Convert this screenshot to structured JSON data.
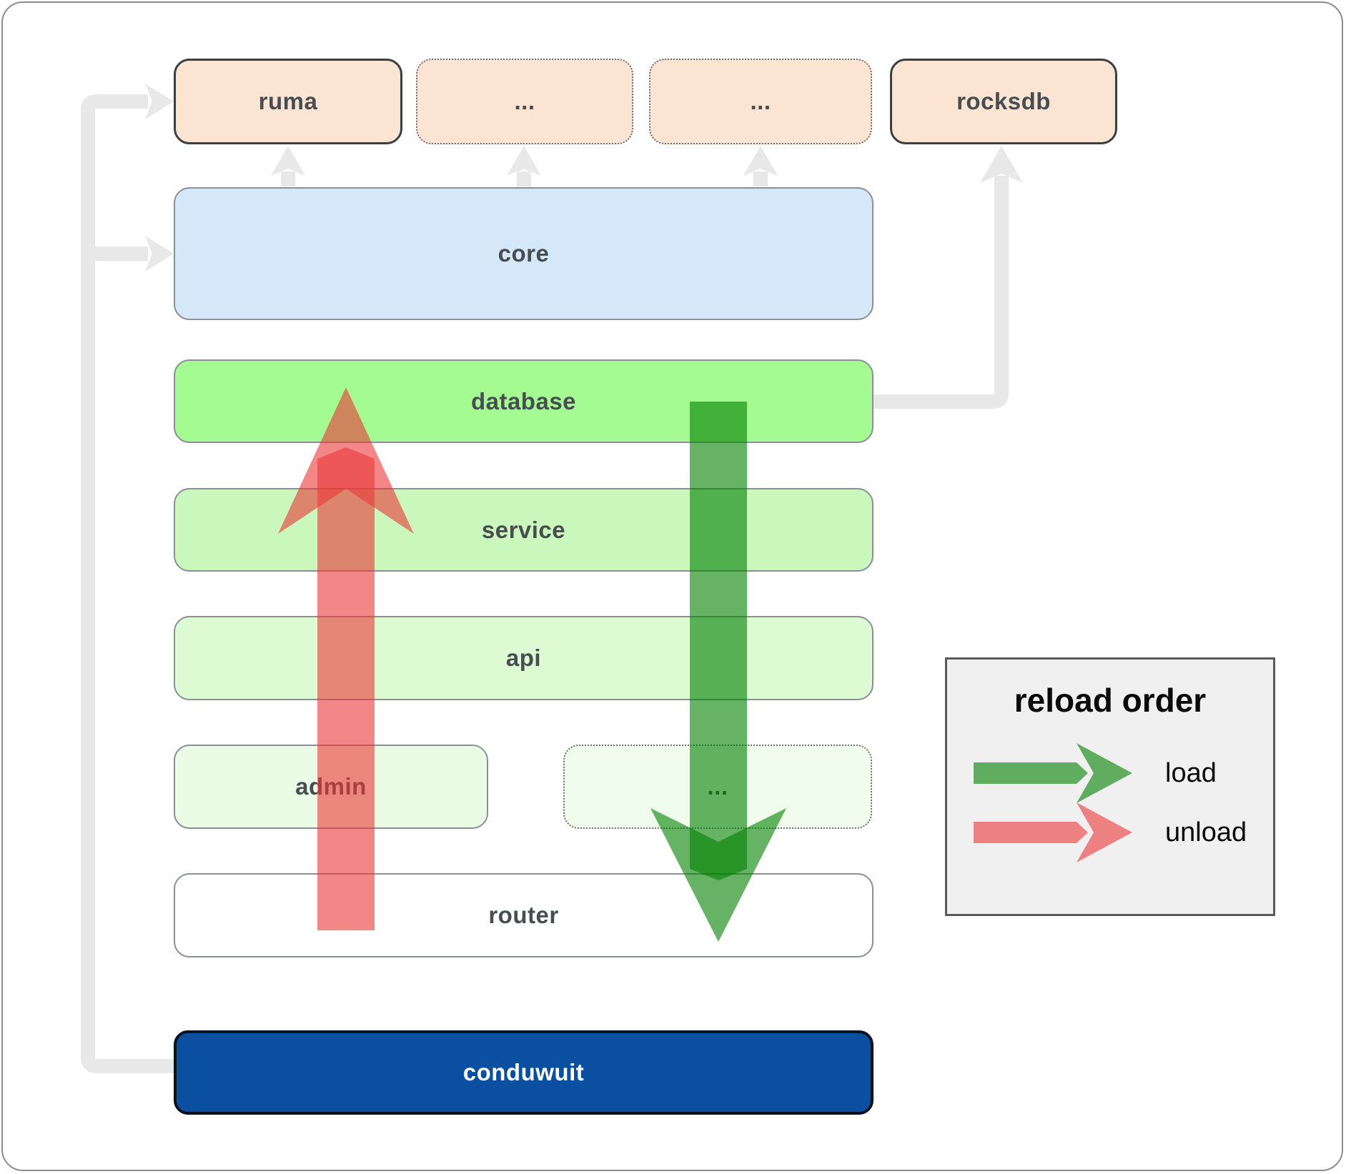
{
  "diagram": {
    "nodes": {
      "ruma": "ruma",
      "ellipsis_top_1": "...",
      "ellipsis_top_2": "...",
      "rocksdb": "rocksdb",
      "core": "core",
      "database": "database",
      "service": "service",
      "api": "api",
      "admin": "admin",
      "ellipsis_mid": "...",
      "router": "router",
      "conduwuit": "conduwuit"
    }
  },
  "legend": {
    "title": "reload order",
    "load_label": "load",
    "unload_label": "unload"
  },
  "colors": {
    "load_arrow_green": "#008000",
    "unload_arrow_red": "#eb3737",
    "connector_gray": "#e8e8e8",
    "ruma_fill": "#fce4d3",
    "core_fill": "#d4e8fa",
    "database_fill": "#a4fb92",
    "service_fill": "#c9f7bc",
    "api_fill": "#dcfbd2",
    "admin_fill": "#eafce5",
    "router_fill": "#ffffff",
    "conduwuit_fill": "#0a4fa0",
    "legend_bg": "#f0f0f0"
  }
}
